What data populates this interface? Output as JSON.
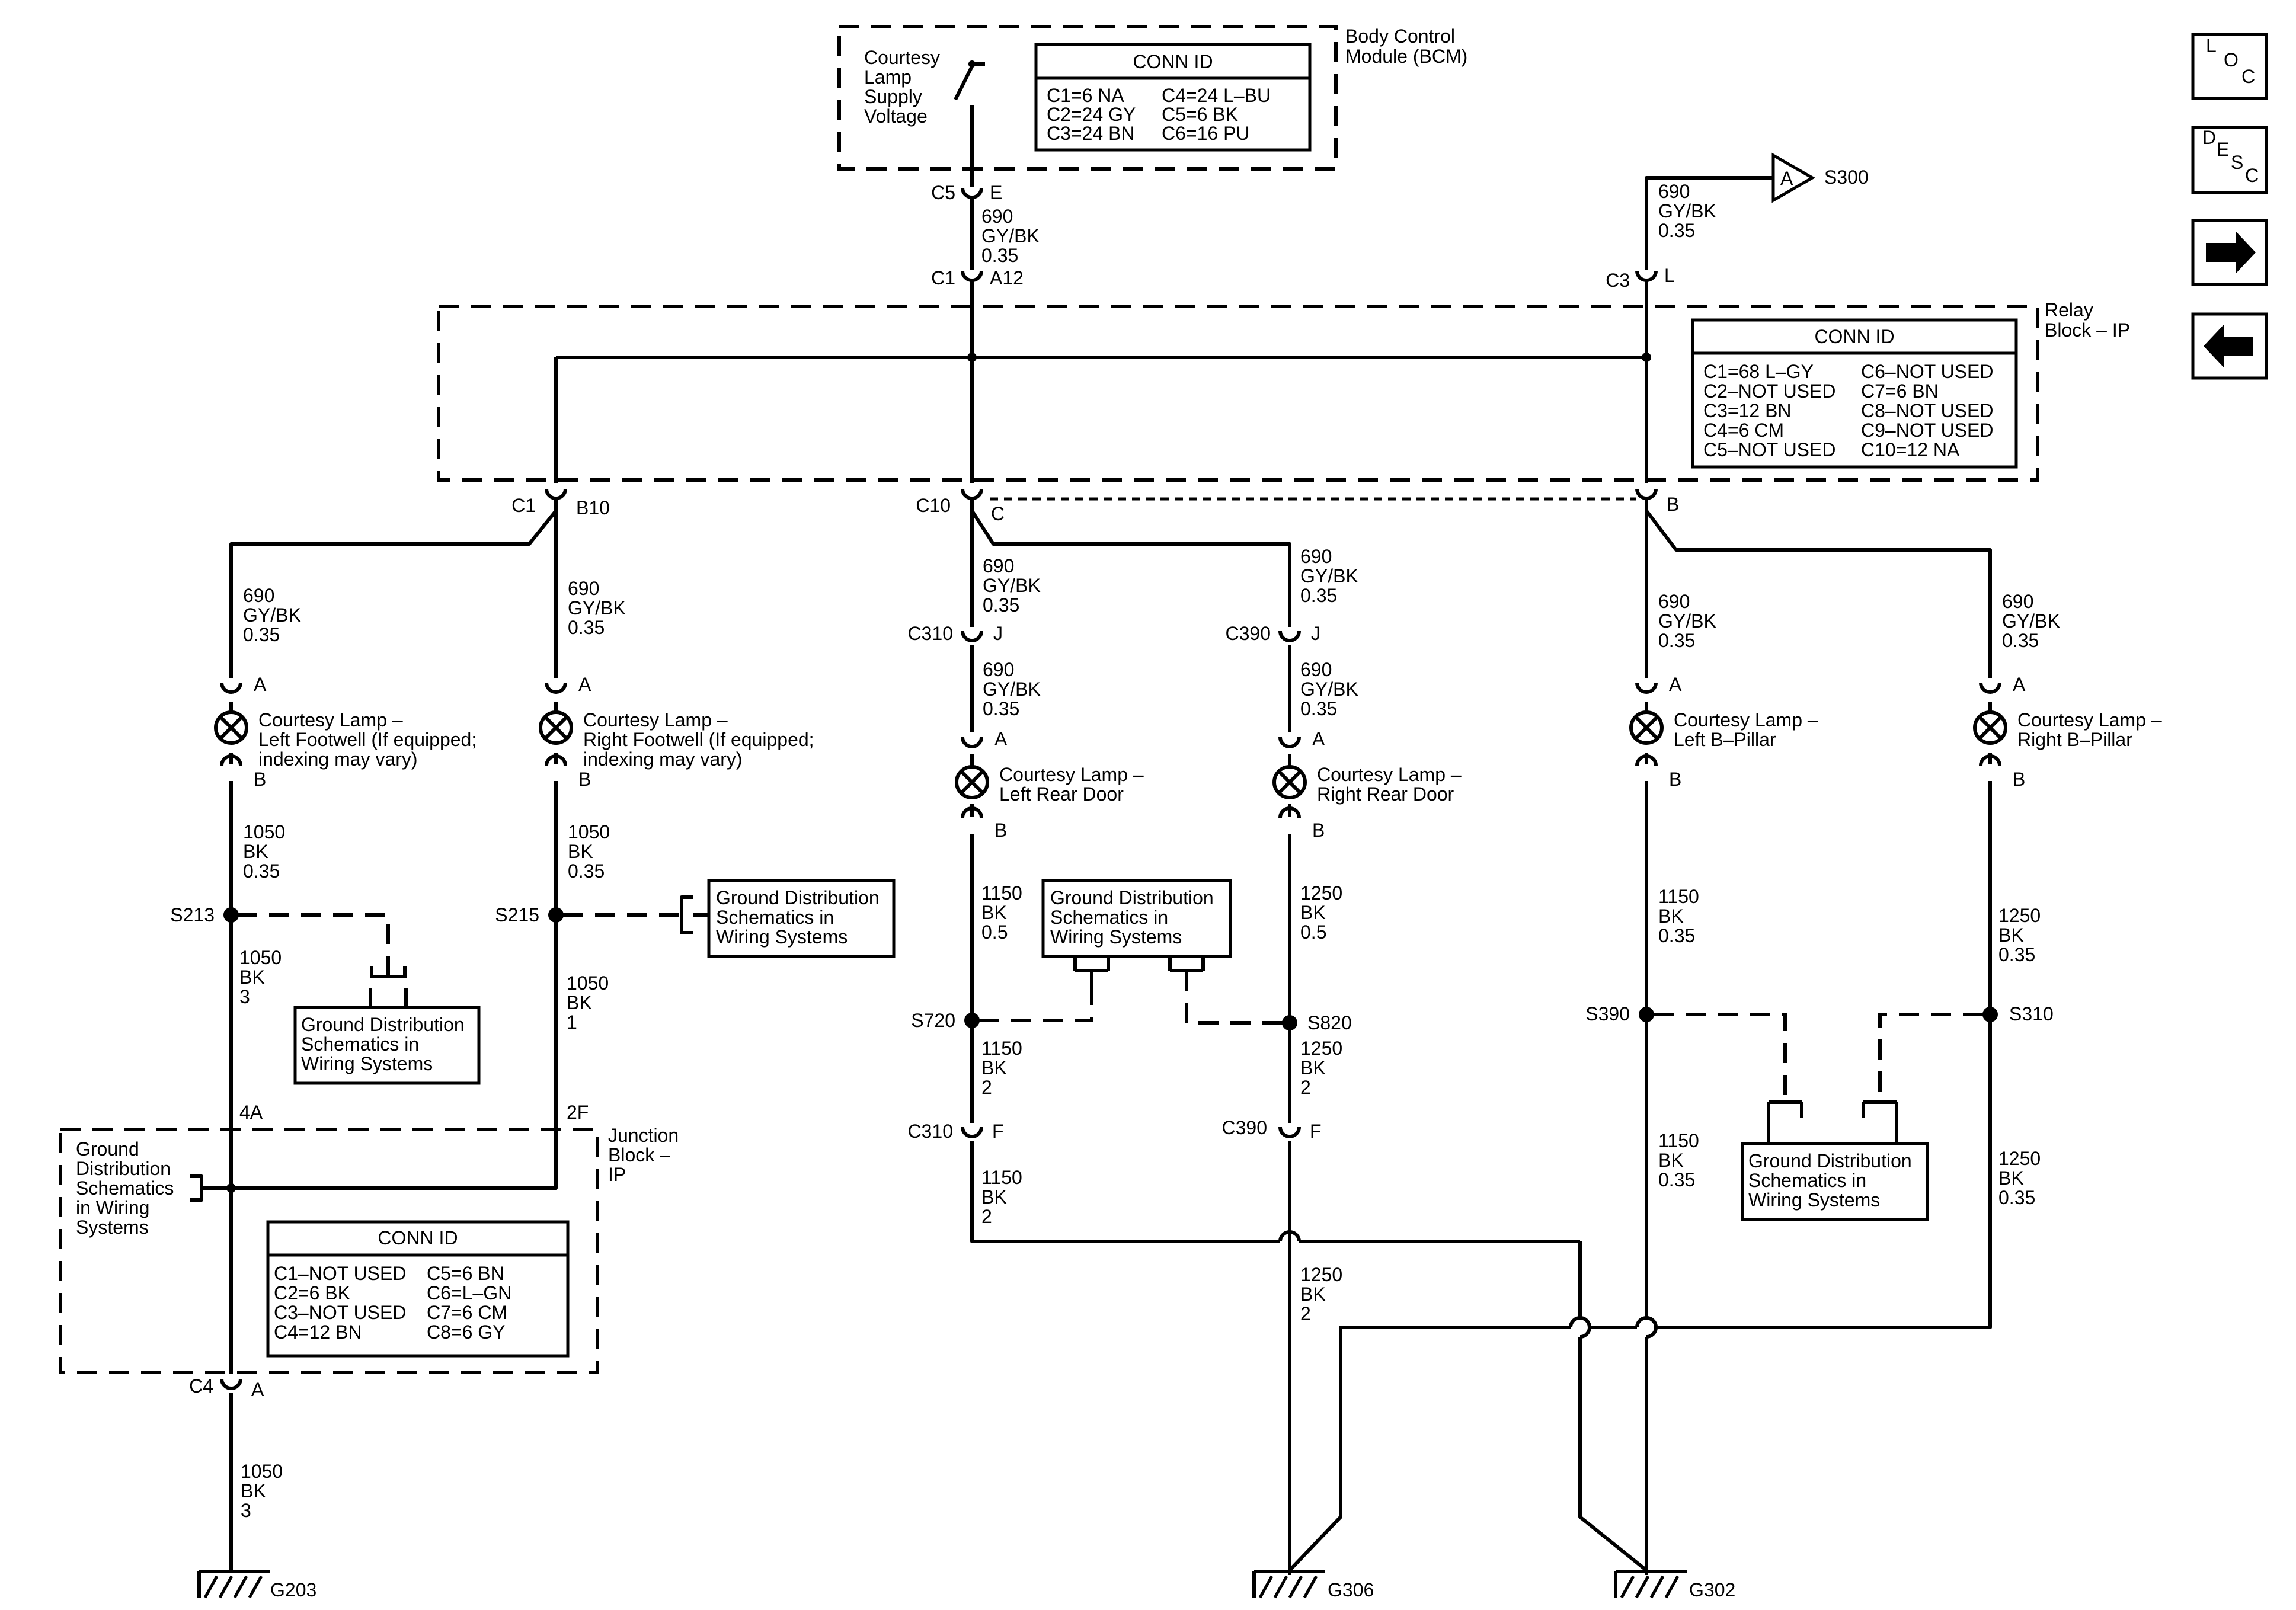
{
  "nav": {
    "loc": [
      "L",
      "O",
      "C"
    ],
    "desc": [
      "D",
      "E",
      "S",
      "C"
    ]
  },
  "bcm": {
    "title": [
      "Body Control",
      "Module (BCM)"
    ],
    "supply": [
      "Courtesy",
      "Lamp",
      "Supply",
      "Voltage"
    ],
    "conn_title": "CONN ID",
    "conn": [
      [
        "C1=6 NA",
        "C4=24 L–BU"
      ],
      [
        "C2=24 GY",
        "C5=6 BK"
      ],
      [
        "C3=24 BN",
        "C6=16 PU"
      ]
    ]
  },
  "relay": {
    "title": [
      "Relay",
      "Block – IP"
    ],
    "conn_title": "CONN ID",
    "conn": [
      [
        "C1=68 L–GY",
        "C6–NOT USED"
      ],
      [
        "C2–NOT USED",
        "C7=6 BN"
      ],
      [
        "C3=12 BN",
        "C8–NOT USED"
      ],
      [
        "C4=6 CM",
        "C9–NOT USED"
      ],
      [
        "C5–NOT USED",
        "C10=12 NA"
      ]
    ]
  },
  "junction": {
    "title": [
      "Junction",
      "Block –",
      "IP"
    ],
    "ground": [
      "Ground",
      "Distribution",
      "Schematics",
      "in Wiring",
      "Systems"
    ],
    "conn_title": "CONN ID",
    "conn": [
      [
        "C1–NOT USED",
        "C5=6 BN"
      ],
      [
        "C2=6 BK",
        "C6=L–GN"
      ],
      [
        "C3–NOT USED",
        "C7=6 CM"
      ],
      [
        "C4=12 BN",
        "C8=6 GY"
      ]
    ]
  },
  "ground_box": [
    "Ground Distribution",
    "Schematics in",
    "Wiring  Systems"
  ],
  "ground_box_alt": [
    "Ground Distribution",
    "Schematics in",
    "Wiring Systems"
  ],
  "offpage": {
    "letter": "A",
    "label": "S300"
  },
  "connectors": {
    "c5": "C5",
    "c5_pin": "E",
    "c1a": "C1",
    "c1a_pin": "A12",
    "c3": "C3",
    "c3_pin": "L",
    "c1b": "C1",
    "c1b_pin": "B10",
    "c10": "C10",
    "c10_pin": "C",
    "b_pin": "B",
    "c310a": "C310",
    "c310a_pin": "J",
    "c390a": "C390",
    "c390a_pin": "J",
    "c310b": "C310",
    "c310b_pin": "F",
    "c390b": "C390",
    "c390b_pin": "F",
    "c4": "C4",
    "c4_pin": "A",
    "jb_4a": "4A",
    "jb_2f": "2F"
  },
  "wires": {
    "w690_035": [
      "690",
      "GY/BK",
      "0.35"
    ],
    "w1050_035": [
      "1050",
      "BK",
      "0.35"
    ],
    "w1050_3": [
      "1050",
      "BK",
      "3"
    ],
    "w1050_1": [
      "1050",
      "BK",
      "1"
    ],
    "w1150_05": [
      "1150",
      "BK",
      "0.5"
    ],
    "w1250_05": [
      "1250",
      "BK",
      "0.5"
    ],
    "w1150_2": [
      "1150",
      "BK",
      "2"
    ],
    "w1250_2": [
      "1250",
      "BK",
      "2"
    ],
    "w1150_035": [
      "1150",
      "BK",
      "0.35"
    ],
    "w1250_035": [
      "1250",
      "BK",
      "0.35"
    ]
  },
  "lamps": {
    "left_footwell": [
      "Courtesy Lamp –",
      "Left Footwell (If equipped;",
      "indexing may vary)"
    ],
    "right_footwell": [
      "Courtesy Lamp –",
      "Right Footwell (If equipped;",
      "indexing may vary)"
    ],
    "left_rear": [
      "Courtesy Lamp –",
      "Left Rear Door"
    ],
    "right_rear": [
      "Courtesy Lamp –",
      "Right Rear Door"
    ],
    "left_b": [
      "Courtesy Lamp –",
      "Left B–Pillar"
    ],
    "right_b": [
      "Courtesy Lamp –",
      "Right B–Pillar"
    ],
    "pin_a": "A",
    "pin_b": "B"
  },
  "splices": {
    "s213": "S213",
    "s215": "S215",
    "s720": "S720",
    "s820": "S820",
    "s390": "S390",
    "s310": "S310"
  },
  "grounds": {
    "g203": "G203",
    "g306": "G306",
    "g302": "G302"
  }
}
